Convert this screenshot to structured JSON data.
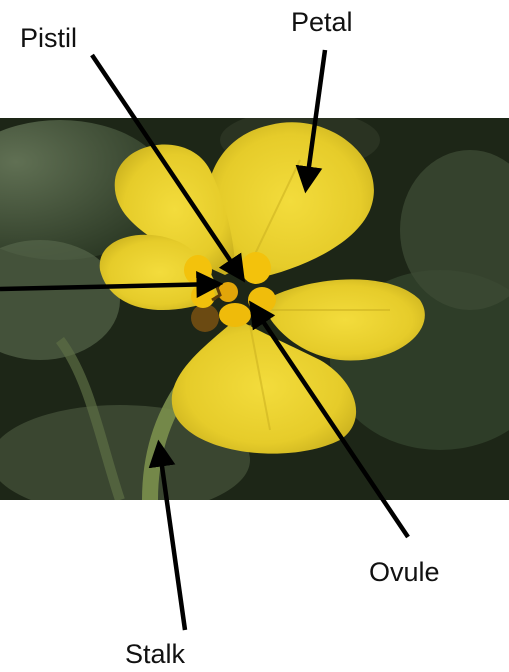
{
  "diagram": {
    "labels": {
      "pistil": "Pistil",
      "petal": "Petal",
      "ovule": "Ovule",
      "stalk": "Stalk"
    },
    "colors": {
      "background": "#ffffff",
      "arrow": "#000000",
      "petal": "#e9cf2a",
      "center": "#f2c50e",
      "foliage": "#1f2a1a"
    }
  }
}
